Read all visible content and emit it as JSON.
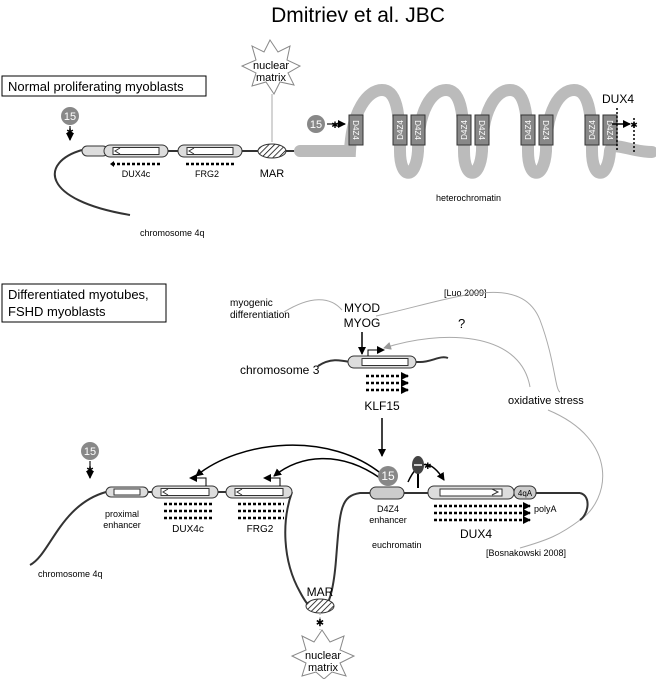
{
  "header": {
    "title": "Dmitriev et al. JBC"
  },
  "panel1": {
    "title": "Normal proliferating myoblasts",
    "nuclear_matrix": [
      "nuclear",
      "matrix"
    ],
    "badge": "15",
    "genes": {
      "dux4c": "DUX4c",
      "frg2": "FRG2"
    },
    "mar": "MAR",
    "repeat_label": "D4Z4",
    "dux4": "DUX4",
    "heterochromatin": "heterochromatin",
    "chromosome": "chromosome 4q"
  },
  "panel2": {
    "title_line1": "Differentiated myotubes,",
    "title_line2": "FSHD myoblasts",
    "myogenic": [
      "myogenic",
      "differentiation"
    ],
    "myod": "MYOD",
    "myog": "MYOG",
    "luo": "[Luo 2009]",
    "question": "?",
    "chromosome3": "chromosome 3",
    "klf15": "KLF15",
    "oxidative": "oxidative stress",
    "badge": "15",
    "proximal": [
      "proximal",
      "enhancer"
    ],
    "dux4c": "DUX4c",
    "frg2": "FRG2",
    "d4z4_enhancer": [
      "D4Z4",
      "enhancer"
    ],
    "qa": "4qA",
    "polya": "polyA",
    "dux4": "DUX4",
    "euchromatin": "euchromatin",
    "bosna": "[Bosnakowski 2008]",
    "chromosome4q": "chromosome 4q",
    "mar": "MAR",
    "nuclear_matrix": [
      "nuclear",
      "matrix"
    ]
  }
}
